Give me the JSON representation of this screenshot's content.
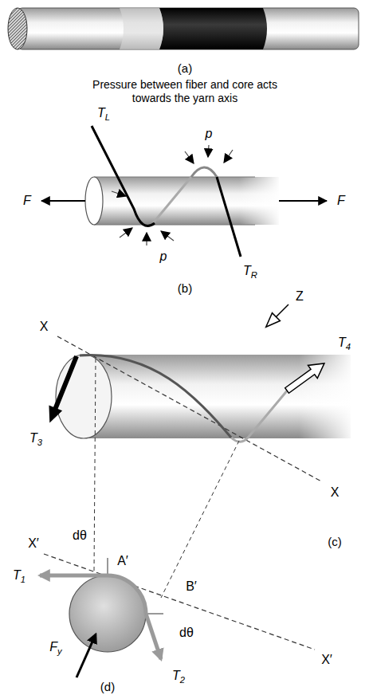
{
  "diagram": {
    "labels": [
      "(a)",
      "Pressure between fiber and core acts towards the yarn axis",
      "TL",
      "p",
      "F",
      "F",
      "p",
      "TR",
      "(b)",
      "Z",
      "X",
      "T3",
      "T4",
      "X",
      "X′",
      "dθ",
      "A′",
      "T1",
      "B′",
      "X′",
      "dθ",
      "(c)",
      "Fy",
      "T2",
      "(d)"
    ]
  }
}
